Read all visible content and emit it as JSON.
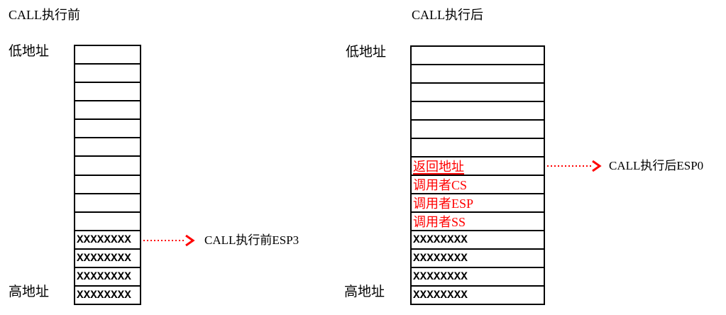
{
  "left": {
    "title": "CALL执行前",
    "low_address_label": "低地址",
    "high_address_label": "高地址",
    "esp_label": "CALL执行前ESP3",
    "cells": [
      "",
      "",
      "",
      "",
      "",
      "",
      "",
      "",
      "",
      "",
      "XXXXXXXX",
      "XXXXXXXX",
      "XXXXXXXX",
      "XXXXXXXX"
    ]
  },
  "right": {
    "title": "CALL执行后",
    "low_address_label": "低地址",
    "high_address_label": "高地址",
    "esp_label": "CALL执行后ESP0",
    "cells": [
      "",
      "",
      "",
      "",
      "",
      "",
      "返回地址",
      "调用者CS",
      "调用者ESP",
      "调用者SS",
      "XXXXXXXX",
      "XXXXXXXX",
      "XXXXXXXX",
      "XXXXXXXX"
    ]
  },
  "colors": {
    "arrow_red": "#ff0000",
    "highlight_text_red": "#ff0000",
    "text_black": "#000000",
    "background": "#ffffff"
  }
}
